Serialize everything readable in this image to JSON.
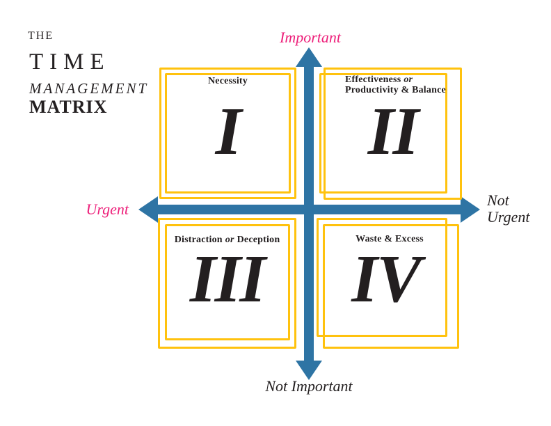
{
  "title": {
    "the": "THE",
    "time": "TIME",
    "management": "MANAGEMENT",
    "matrix": "MATRIX"
  },
  "axis_labels": {
    "top": "Important",
    "left": "Urgent",
    "right_line1": "Not",
    "right_line2": "Urgent",
    "bottom": "Not Important"
  },
  "quadrants": [
    {
      "numeral": "I",
      "label": "Necessity"
    },
    {
      "numeral": "II",
      "label_part1": "Effectiveness",
      "label_conjunction": "or",
      "label_line2": "Productivity & Balance"
    },
    {
      "numeral": "III",
      "label_part1": "Distraction",
      "label_conjunction": "or",
      "label_part2": "Deception"
    },
    {
      "numeral": "IV",
      "label": "Waste & Excess"
    }
  ],
  "colors": {
    "arrow_blue": "#2e74a4",
    "frame_yellow": "#ffc20e",
    "accent_pink": "#ed1e79",
    "ink": "#231f20"
  }
}
